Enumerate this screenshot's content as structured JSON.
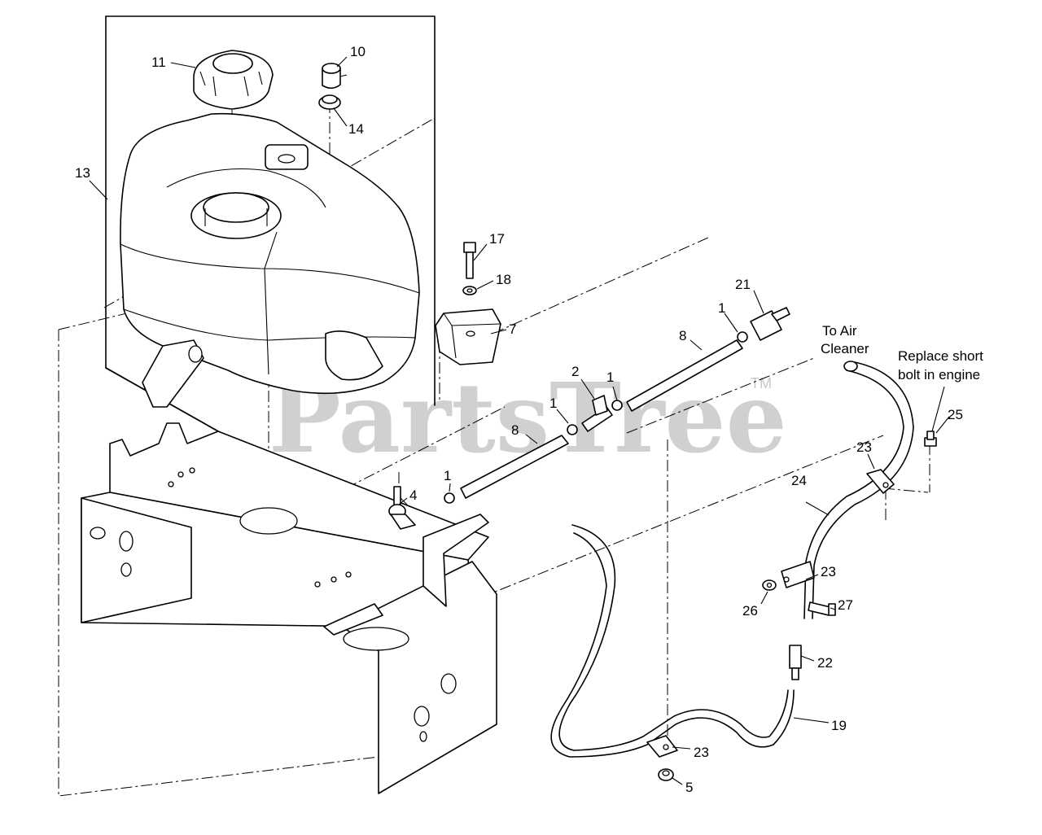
{
  "watermark": {
    "text": "PartsTree",
    "trademark": "TM"
  },
  "notes": {
    "air_cleaner_line1": "To Air",
    "air_cleaner_line2": "Cleaner",
    "replace_bolt_line1": "Replace short",
    "replace_bolt_line2": "bolt in engine"
  },
  "callouts": {
    "c1a": "1",
    "c1b": "1",
    "c1c": "1",
    "c1d": "1",
    "c2": "2",
    "c4": "4",
    "c5": "5",
    "c7": "7",
    "c8a": "8",
    "c8b": "8",
    "c10": "10",
    "c11": "11",
    "c13": "13",
    "c14": "14",
    "c17": "17",
    "c18": "18",
    "c19": "19",
    "c21": "21",
    "c22": "22",
    "c23a": "23",
    "c23b": "23",
    "c23c": "23",
    "c24": "24",
    "c25": "25",
    "c26": "26",
    "c27": "27"
  }
}
